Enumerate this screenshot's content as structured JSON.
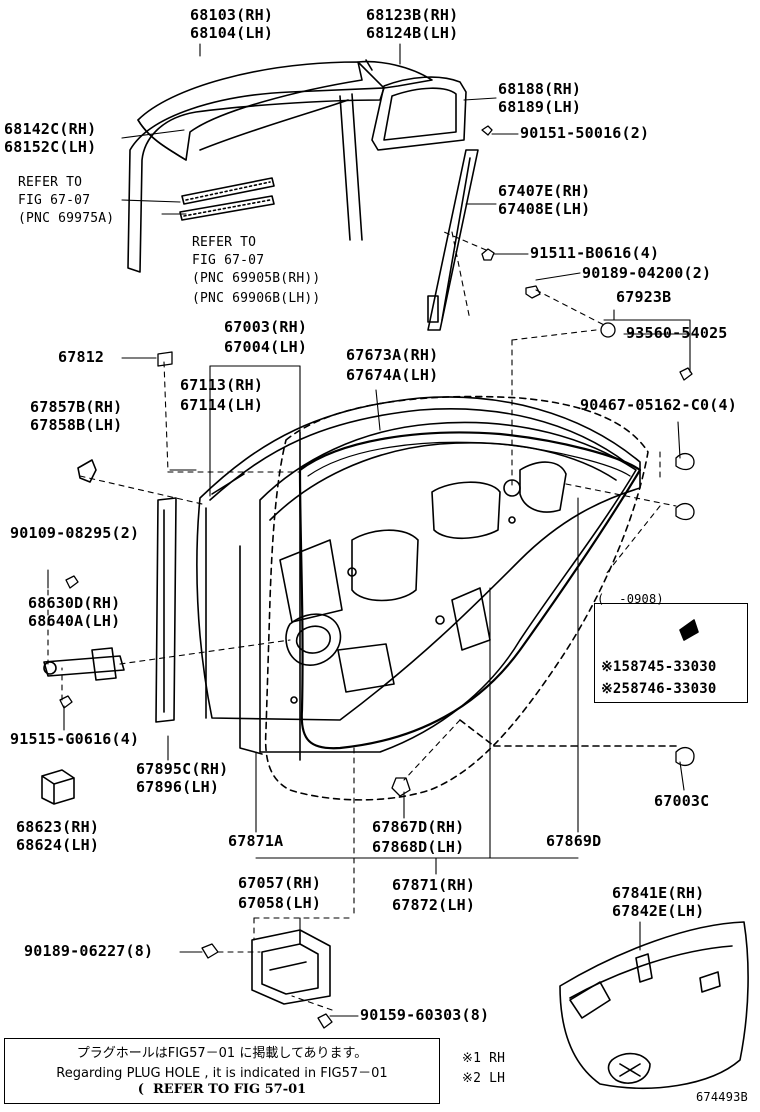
{
  "diagram": {
    "labels": {
      "l68103": "68103(RH)",
      "l68104": "68104(LH)",
      "l68123b": "68123B(RH)",
      "l68124b": "68124B(LH)",
      "l68142c": "68142C(RH)",
      "l68152c": "68152C(LH)",
      "l68188": "68188(RH)",
      "l68189": "68189(LH)",
      "l90151": "90151-50016(2)",
      "refer1_a": "REFER TO",
      "refer1_b": "FIG 67-07",
      "refer1_c": "(PNC 69975A)",
      "l67407e": "67407E(RH)",
      "l67408e": "67408E(LH)",
      "refer2_a": "REFER TO",
      "refer2_b": "FIG 67-07",
      "refer2_c": "(PNC 69905B(RH))",
      "refer2_d": "(PNC 69906B(LH))",
      "l91511": "91511-B0616(4)",
      "l90189a": "90189-04200(2)",
      "l67923b": "67923B",
      "l93560": "93560-54025",
      "l67003": "67003(RH)",
      "l67004": "67004(LH)",
      "l67812": "67812",
      "l67673a": "67673A(RH)",
      "l67674a": "67674A(LH)",
      "l67113": "67113(RH)",
      "l67114": "67114(LH)",
      "l67857b": "67857B(RH)",
      "l67858b": "67858B(LH)",
      "l90467": "90467-05162-C0(4)",
      "l90109": "90109-08295(2)",
      "l68630d": "68630D(RH)",
      "l68640a": "68640A(LH)",
      "l91515": "91515-G0616(4)",
      "l67895c": "67895C(RH)",
      "l67896": "67896(LH)",
      "l67003c": "67003C",
      "l68623": "68623(RH)",
      "l68624": "68624(LH)",
      "l67871a": "67871A",
      "l67867d": "67867D(RH)",
      "l67868d": "67868D(LH)",
      "l67869d": "67869D",
      "l67057": "67057(RH)",
      "l67058": "67058(LH)",
      "l67871": "67871(RH)",
      "l67872": "67872(LH)",
      "l67841e": "67841E(RH)",
      "l67842e": "67842E(LH)",
      "l90189b": "90189-06227(8)",
      "l90159": "90159-60303(8)",
      "fig_code": "674493B"
    },
    "inset": {
      "date": "(  -0908)",
      "part1": "※158745-33030",
      "part2": "※258746-33030"
    },
    "notice": {
      "line1": "プラグホールはFIG57－01 に掲載してあります。",
      "line2": "Regarding PLUG HOLE , it is indicated in FIG57－01",
      "line3": "(  REFER TO FIG 57-01"
    },
    "legend": {
      "rh": "※1 RH",
      "lh": "※2 LH"
    }
  }
}
